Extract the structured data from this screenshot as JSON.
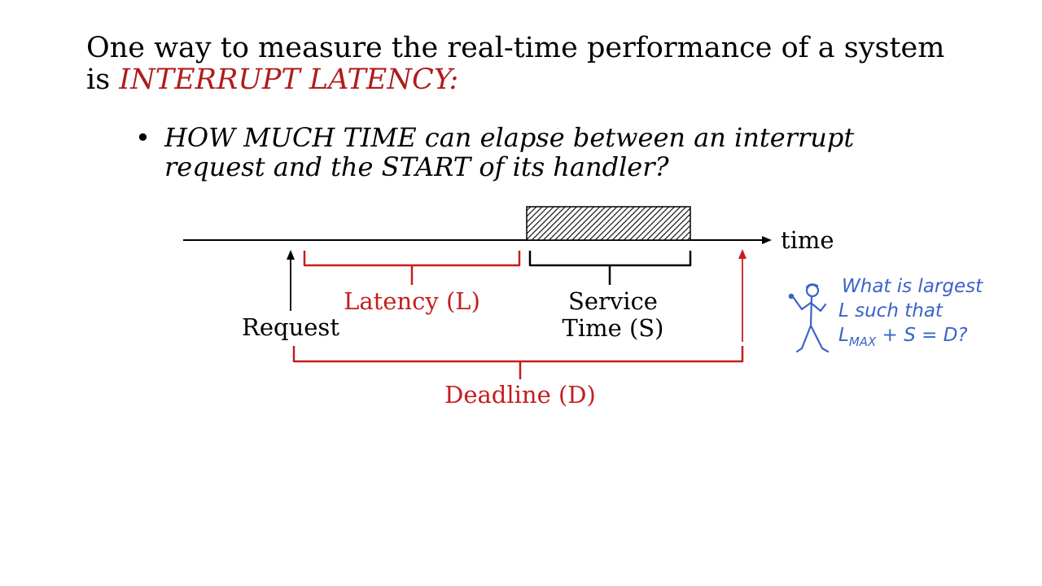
{
  "heading": {
    "line1": "One way to measure the real-time performance of a system",
    "line2_prefix": "is ",
    "line2_emphasis": "INTERRUPT LATENCY:"
  },
  "bullet": {
    "symbol": "•",
    "line1": "HOW MUCH TIME can elapse between an interrupt",
    "line2": "request and the START of its handler?"
  },
  "diagram": {
    "axis_label": "time",
    "request_label": "Request",
    "latency_label": "Latency (L)",
    "service_label_line1": "Service",
    "service_label_line2": "Time (S)",
    "deadline_label": "Deadline (D)"
  },
  "note": {
    "line1": "What is largest",
    "line2": "L such that",
    "line3_var": "L",
    "line3_sub": "MAX",
    "line3_rest": " + S = D?"
  },
  "colors": {
    "emphasis_red": "#b01c1c",
    "bracket_red": "#c41e1e",
    "note_blue": "#3b63c8",
    "black": "#000000"
  }
}
